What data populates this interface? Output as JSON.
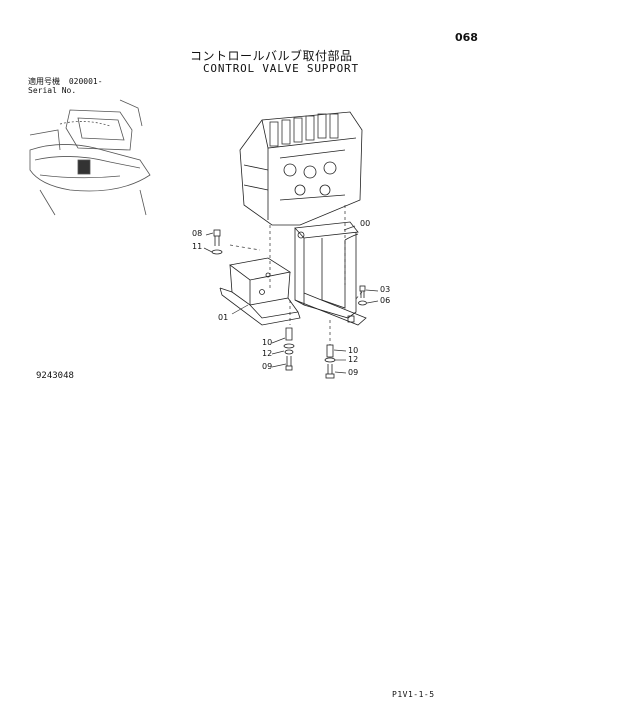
{
  "header": {
    "page_number": "068",
    "title_jp": "コントロールバルブ取付部品",
    "title_en": "CONTROL VALVE SUPPORT"
  },
  "serial": {
    "label_jp": "適用号機",
    "value": "020001-",
    "label_en": "Serial No."
  },
  "drawing_number": "9243048",
  "footer_code": "P1V1-1-5",
  "callouts": {
    "c00": "00",
    "c08": "08",
    "c11": "11",
    "c01": "01",
    "c03": "03",
    "c06": "06",
    "c10a": "10",
    "c12a": "12",
    "c09a": "09",
    "c10b": "10",
    "c12b": "12",
    "c09b": "09"
  }
}
